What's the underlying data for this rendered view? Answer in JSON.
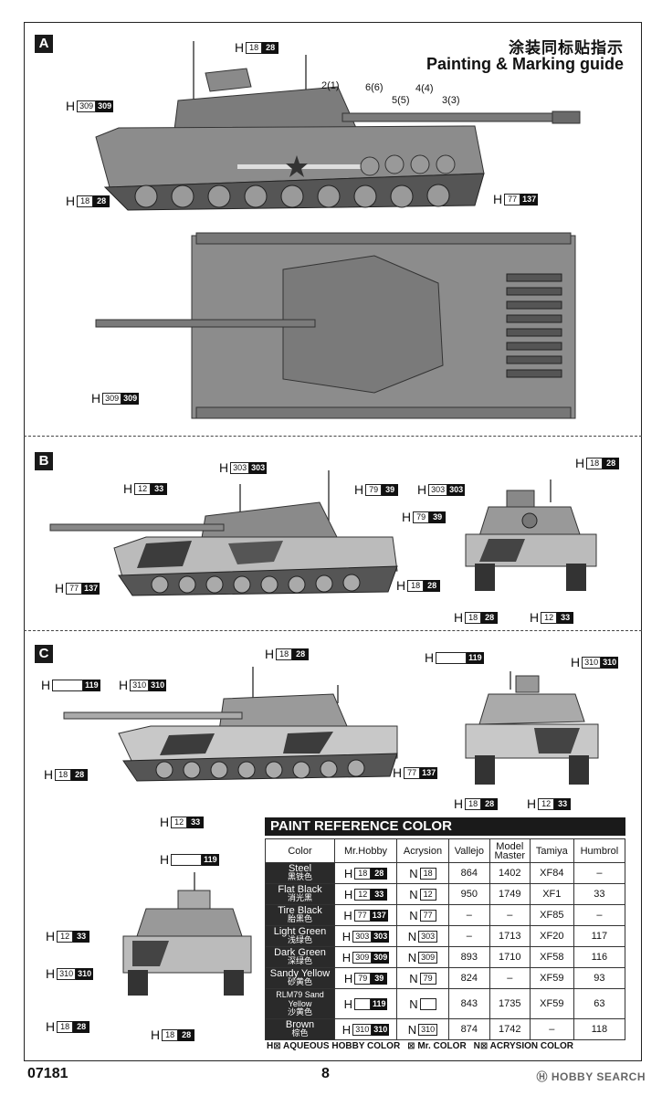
{
  "header": {
    "title_zh": "涂装同标贴指示",
    "title_en": "Painting & Marking guide"
  },
  "sections": {
    "a": "A",
    "b": "B",
    "c": "C"
  },
  "markers": [
    "2(1)",
    "6(6)",
    "5(5)",
    "4(4)",
    "3(3)"
  ],
  "callouts": {
    "a1": {
      "pfx": "H",
      "a": "18",
      "b": "28"
    },
    "a2": {
      "pfx": "H",
      "a": "309",
      "b": "309"
    },
    "a3": {
      "pfx": "H",
      "a": "18",
      "b": "28"
    },
    "a4": {
      "pfx": "H",
      "a": "77",
      "b": "137"
    },
    "a5": {
      "pfx": "H",
      "a": "309",
      "b": "309"
    },
    "b1": {
      "pfx": "H",
      "a": "303",
      "b": "303"
    },
    "b2": {
      "pfx": "H",
      "a": "12",
      "b": "33"
    },
    "b3": {
      "pfx": "H",
      "a": "79",
      "b": "39"
    },
    "b4": {
      "pfx": "H",
      "a": "77",
      "b": "137"
    },
    "b5": {
      "pfx": "H",
      "a": "18",
      "b": "28"
    },
    "b6": {
      "pfx": "H",
      "a": "303",
      "b": "303"
    },
    "b7": {
      "pfx": "H",
      "a": "18",
      "b": "28"
    },
    "b8": {
      "pfx": "H",
      "a": "79",
      "b": "39"
    },
    "b9": {
      "pfx": "H",
      "a": "18",
      "b": "28"
    },
    "b10": {
      "pfx": "H",
      "a": "12",
      "b": "33"
    },
    "c1": {
      "pfx": "H",
      "a": "18",
      "b": "28"
    },
    "c2": {
      "pfx": "H",
      "a": "",
      "b": "119"
    },
    "c3": {
      "pfx": "H",
      "a": "310",
      "b": "310"
    },
    "c4": {
      "pfx": "H",
      "a": "18",
      "b": "28"
    },
    "c5": {
      "pfx": "H",
      "a": "77",
      "b": "137"
    },
    "c6": {
      "pfx": "H",
      "a": "12",
      "b": "33"
    },
    "c7": {
      "pfx": "H",
      "a": "",
      "b": "119"
    },
    "c8": {
      "pfx": "H",
      "a": "310",
      "b": "310"
    },
    "c9": {
      "pfx": "H",
      "a": "18",
      "b": "28"
    },
    "c10": {
      "pfx": "H",
      "a": "12",
      "b": "33"
    },
    "d1": {
      "pfx": "H",
      "a": "",
      "b": "119"
    },
    "d2": {
      "pfx": "H",
      "a": "12",
      "b": "33"
    },
    "d3": {
      "pfx": "H",
      "a": "310",
      "b": "310"
    },
    "d4": {
      "pfx": "H",
      "a": "18",
      "b": "28"
    },
    "d5": {
      "pfx": "H",
      "a": "18",
      "b": "28"
    }
  },
  "table": {
    "title": "PAINT REFERENCE COLOR",
    "headers": [
      "Color",
      "Mr.Hobby",
      "Acrysion",
      "Vallejo",
      "Model Master",
      "Tamiya",
      "Humbrol"
    ],
    "rows": [
      {
        "en": "Steel",
        "zh": "黑铁色",
        "h_a": "18",
        "h_b": "28",
        "n": "18",
        "vallejo": "864",
        "mm": "1402",
        "tamiya": "XF84",
        "humbrol": "–"
      },
      {
        "en": "Flat Black",
        "zh": "消光黑",
        "h_a": "12",
        "h_b": "33",
        "n": "12",
        "vallejo": "950",
        "mm": "1749",
        "tamiya": "XF1",
        "humbrol": "33"
      },
      {
        "en": "Tire Black",
        "zh": "胎黑色",
        "h_a": "77",
        "h_b": "137",
        "n": "77",
        "vallejo": "–",
        "mm": "–",
        "tamiya": "XF85",
        "humbrol": "–"
      },
      {
        "en": "Light Green",
        "zh": "浅绿色",
        "h_a": "303",
        "h_b": "303",
        "n": "303",
        "vallejo": "–",
        "mm": "1713",
        "tamiya": "XF20",
        "humbrol": "117"
      },
      {
        "en": "Dark Green",
        "zh": "深绿色",
        "h_a": "309",
        "h_b": "309",
        "n": "309",
        "vallejo": "893",
        "mm": "1710",
        "tamiya": "XF58",
        "humbrol": "116"
      },
      {
        "en": "Sandy Yellow",
        "zh": "砂黄色",
        "h_a": "79",
        "h_b": "39",
        "n": "79",
        "vallejo": "824",
        "mm": "–",
        "tamiya": "XF59",
        "humbrol": "93"
      },
      {
        "en": "RLM79 Sand Yellow",
        "zh": "沙黄色",
        "h_a": "",
        "h_b": "119",
        "n": "",
        "vallejo": "843",
        "mm": "1735",
        "tamiya": "XF59",
        "humbrol": "63"
      },
      {
        "en": "Brown",
        "zh": "棕色",
        "h_a": "310",
        "h_b": "310",
        "n": "310",
        "vallejo": "874",
        "mm": "1742",
        "tamiya": "–",
        "humbrol": "118"
      }
    ]
  },
  "legend": {
    "h": "H⊠ AQUEOUS HOBBY COLOR",
    "mr": "⊠ Mr. COLOR",
    "n": "N⊠ ACRYSION COLOR"
  },
  "footer": {
    "code": "07181",
    "page": "8",
    "watermark": "HOBBY SEARCH"
  },
  "colors": {
    "tank_gray": "#8c8c8c",
    "tank_dark": "#5e5e5e",
    "camo_light": "#c8c8c8",
    "camo_dark": "#3c3c3c"
  }
}
